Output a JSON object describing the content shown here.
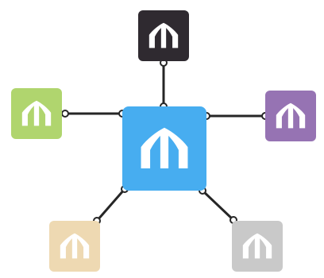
{
  "diagram": {
    "hub": {
      "icon": "tent-icon",
      "color": "#47adf0"
    },
    "satellites": [
      {
        "id": "top",
        "icon": "tent-icon",
        "color": "#2f2a30"
      },
      {
        "id": "left",
        "icon": "tent-icon",
        "color": "#b0d56e"
      },
      {
        "id": "right",
        "icon": "tent-icon",
        "color": "#9673b3"
      },
      {
        "id": "bottom-left",
        "icon": "tent-icon",
        "color": "#eed9b2"
      },
      {
        "id": "bottom-right",
        "icon": "tent-icon",
        "color": "#c9c9c9"
      }
    ],
    "connector_color": "#262626",
    "tent_color": "#ffffff"
  }
}
